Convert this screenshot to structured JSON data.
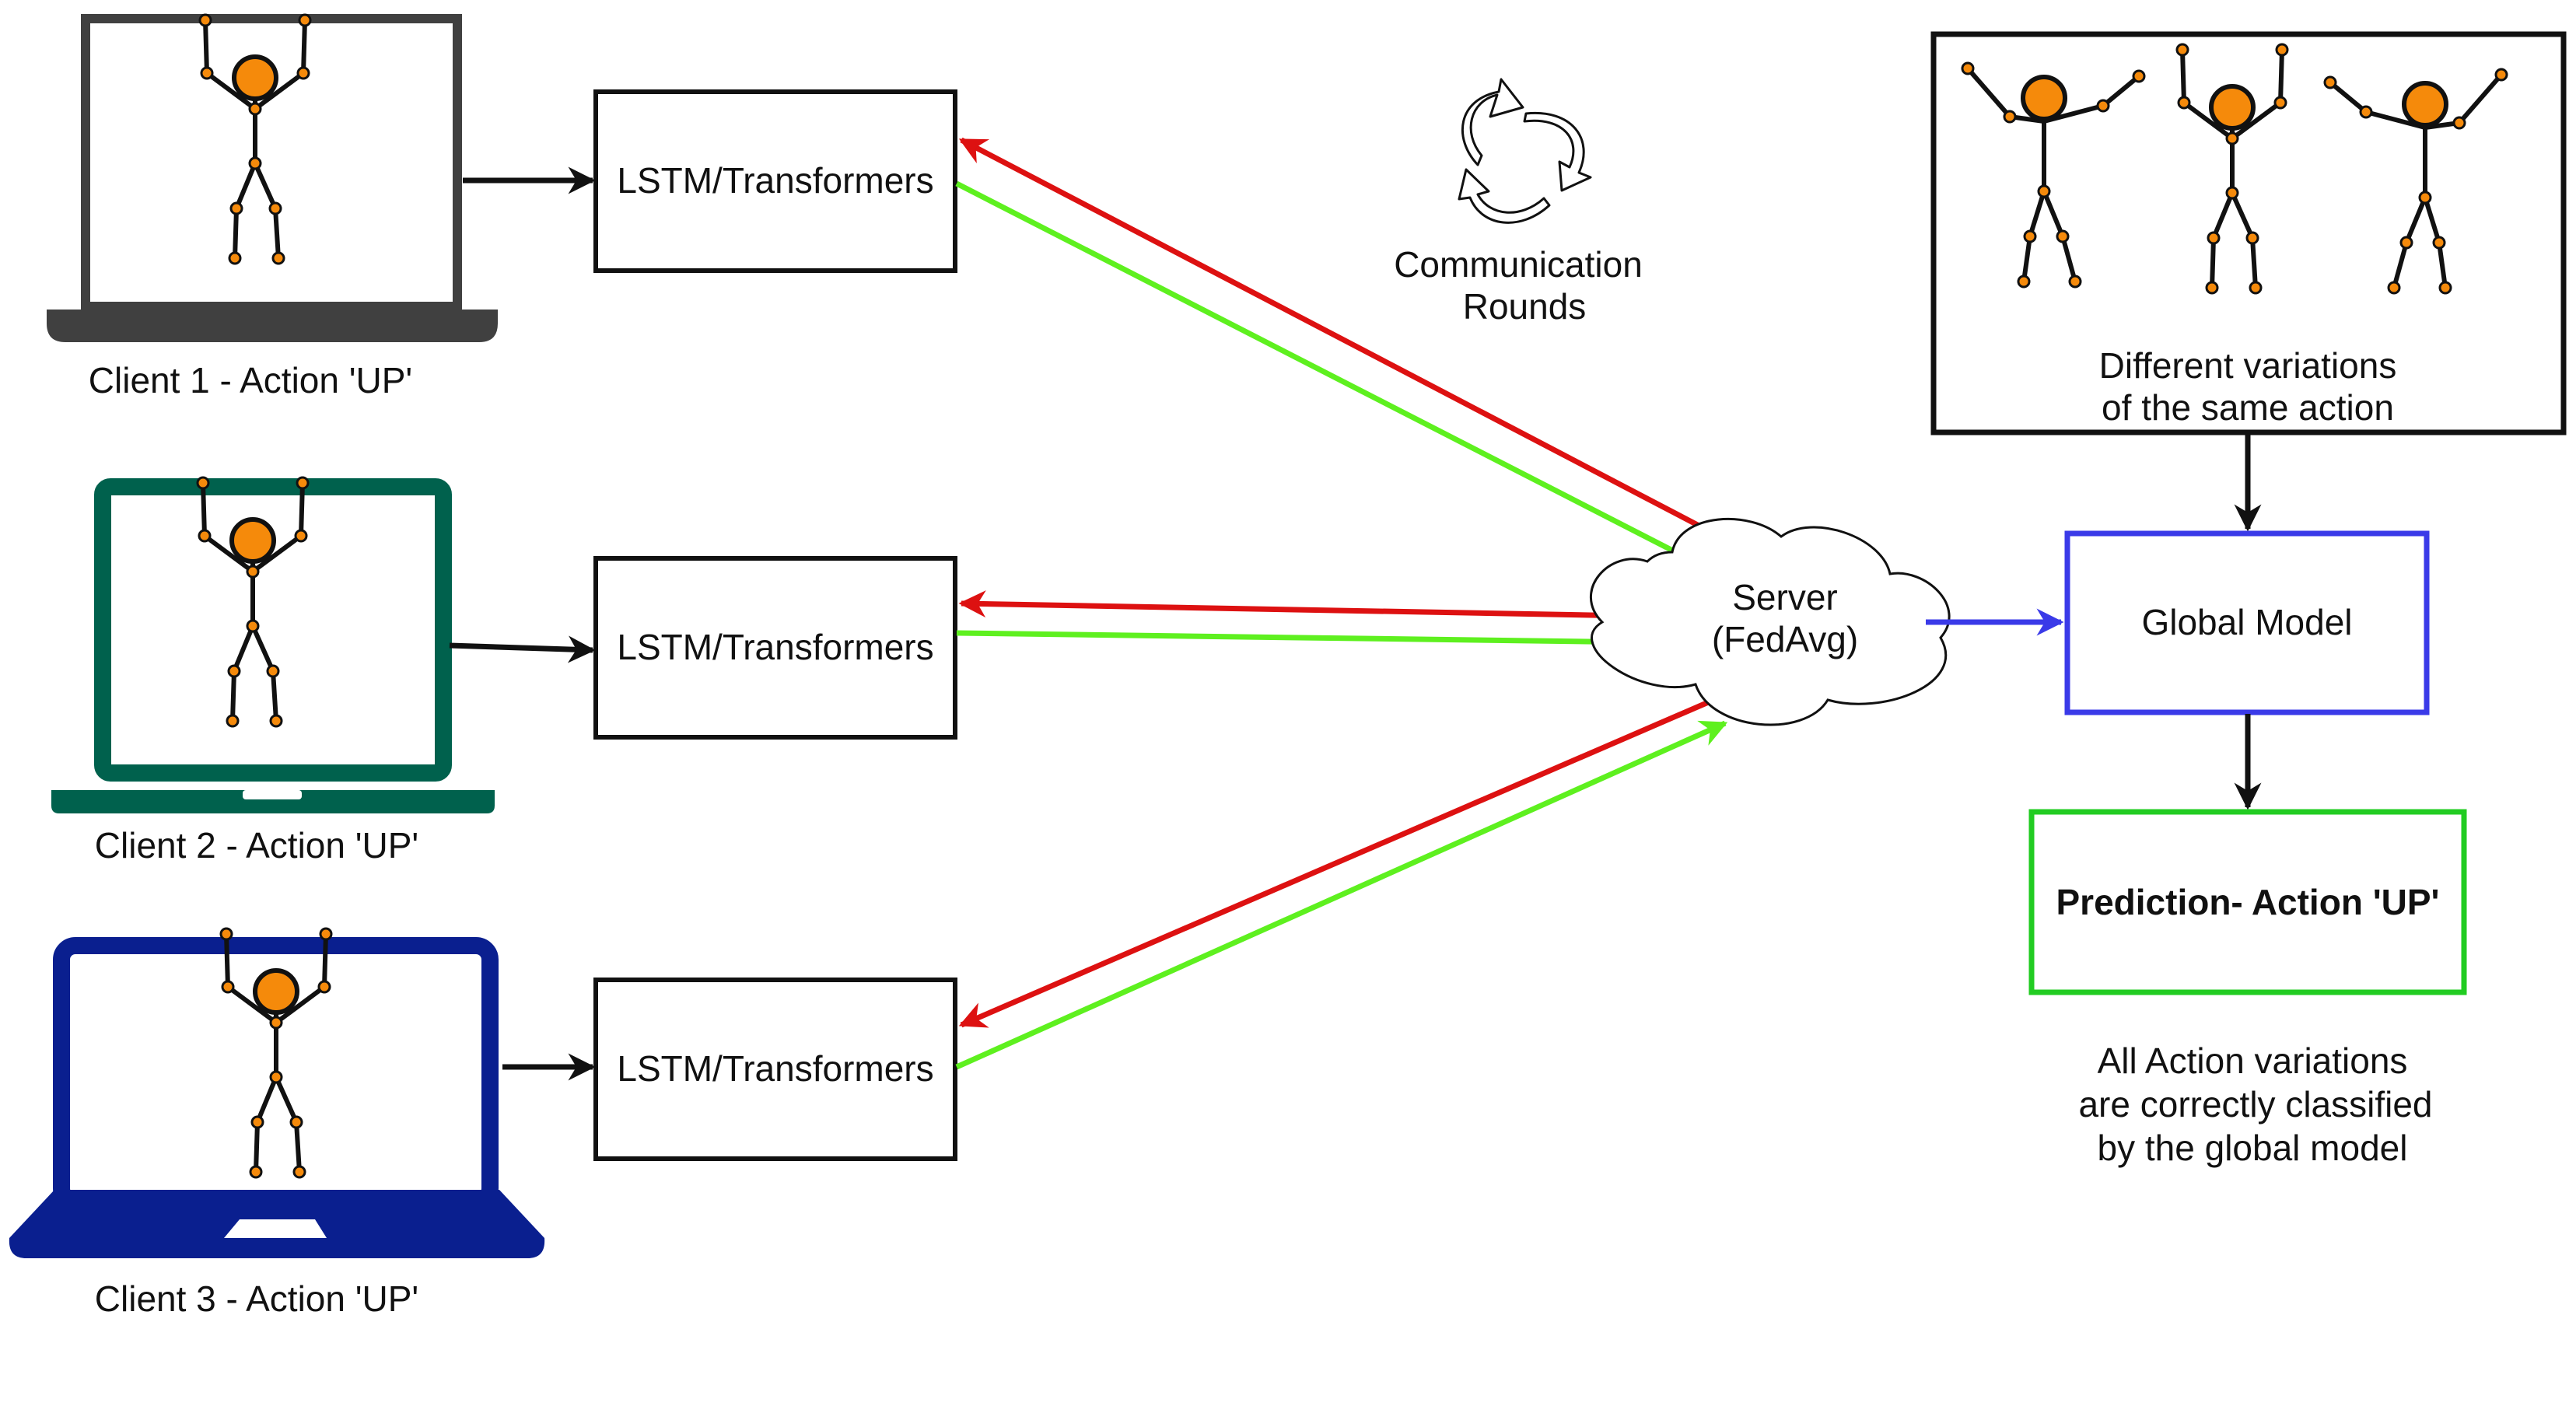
{
  "clients": [
    {
      "label": "Client 1 - Action 'UP'",
      "color": "#404040",
      "type": "laptop-gray"
    },
    {
      "label": "Client 2 - Action 'UP'",
      "color": "#00614d",
      "type": "laptop-green"
    },
    {
      "label": "Client 3 - Action 'UP'",
      "color": "#0a1f8f",
      "type": "laptop-blue"
    }
  ],
  "models": [
    "LSTM/Transformers",
    "LSTM/Transformers",
    "LSTM/Transformers"
  ],
  "communication": {
    "line1": "Communication",
    "line2": "Rounds",
    "icon": "recycle-arrows-icon"
  },
  "server": {
    "line1": "Server",
    "line2": "(FedAvg)"
  },
  "variations": {
    "line1": "Different variations",
    "line2": "of the same action"
  },
  "global_model": "Global Model",
  "prediction": "Prediction- Action 'UP'",
  "note": {
    "line1": "All Action variations",
    "line2": "are correctly classified",
    "line3": "by the global model"
  },
  "colors": {
    "upload": "#5ef01f",
    "download": "#dd1111",
    "server_link": "#3a3ae8",
    "prediction_border": "#22cc22",
    "global_border": "#3a3ae8",
    "figure_head": "#f58a0b"
  }
}
